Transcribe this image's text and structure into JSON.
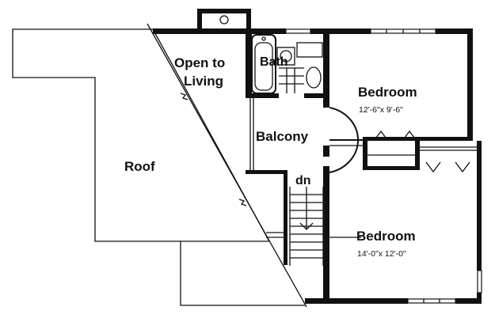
{
  "labels": {
    "open_to_living_line1": "Open to",
    "open_to_living_line2": "Living",
    "bath": "Bath",
    "bedroom_1": "Bedroom",
    "bedroom_1_size": "12'-6\"x 9'-6\"",
    "balcony": "Balcony",
    "roof": "Roof",
    "stairs_down": "dn",
    "bedroom_2": "Bedroom",
    "bedroom_2_size": "14'-0\"x 12'-0\""
  },
  "colors": {
    "ink": "#111111",
    "paper": "#ffffff"
  }
}
